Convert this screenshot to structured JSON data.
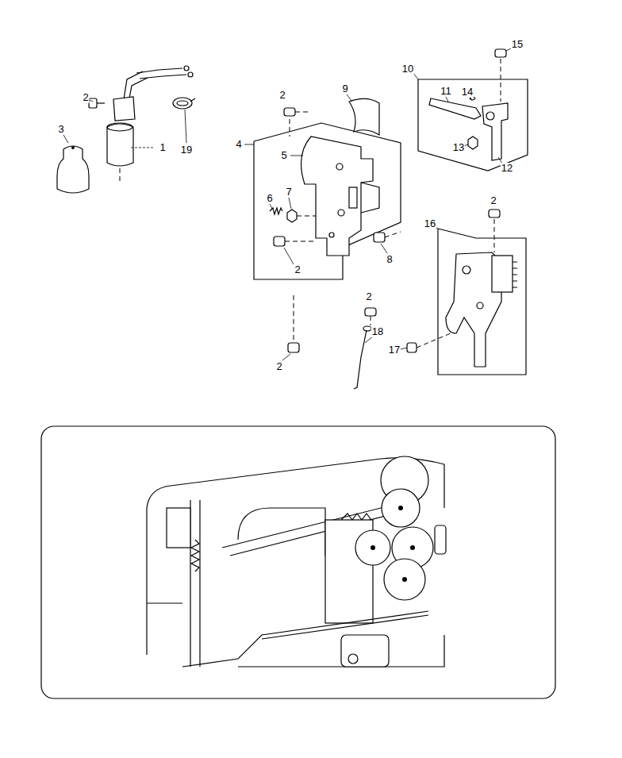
{
  "diagram": {
    "labels": [
      "2",
      "3",
      "1",
      "19",
      "2",
      "9",
      "4",
      "5",
      "6",
      "7",
      "2",
      "8",
      "15",
      "10",
      "11",
      "14",
      "13",
      "12",
      "2",
      "16",
      "2",
      "18",
      "2",
      "17"
    ]
  }
}
